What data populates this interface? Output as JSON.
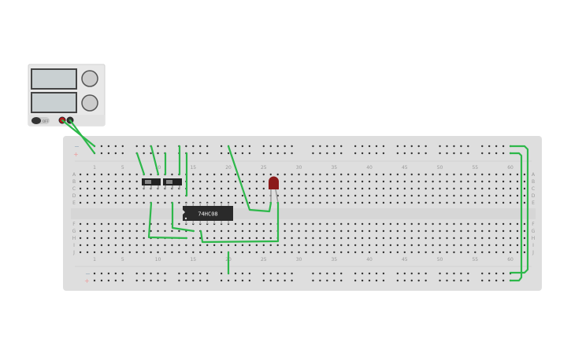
{
  "power_supply": {
    "off_label": "OFF",
    "positive_terminal_color": "#c0151a",
    "negative_terminal_color": "#333333"
  },
  "breadboard": {
    "column_labels": [
      "1",
      "5",
      "10",
      "15",
      "20",
      "25",
      "30",
      "35",
      "40",
      "45",
      "50",
      "55",
      "60"
    ],
    "column_numbers": [
      1,
      5,
      10,
      15,
      20,
      25,
      30,
      35,
      40,
      45,
      50,
      55,
      60
    ],
    "row_labels_top": [
      "A",
      "B",
      "C",
      "D",
      "E"
    ],
    "row_labels_bottom": [
      "F",
      "G",
      "H",
      "I",
      "J"
    ],
    "rail_minus": "−",
    "rail_plus": "+"
  },
  "chip": {
    "label": "74HC08"
  },
  "led": {
    "color": "#8b1a1a"
  },
  "wire_color": "#2db84a"
}
